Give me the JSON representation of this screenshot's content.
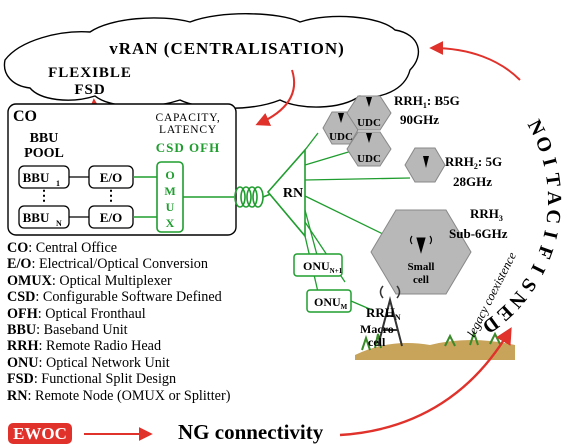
{
  "cloud": {
    "title": "vRAN (CENTRALISATION)",
    "flex1": "FLEXIBLE",
    "flex2": "FSD"
  },
  "co": {
    "title": "CO",
    "bbu_pool1": "BBU",
    "bbu_pool2": "POOL",
    "cap1": "CAPACITY,",
    "cap2": "LATENCY",
    "csd": "CSD OFH",
    "bbu1": "BBU",
    "bbu1_sub": "1",
    "bbun": "BBU",
    "bbun_sub": "N",
    "eo": "E/O",
    "omux": [
      "O",
      "M",
      "U",
      "X"
    ]
  },
  "rn": "RN",
  "onu1": {
    "label": "ONU",
    "sub": "N+1"
  },
  "onum": {
    "label": "ONU",
    "sub": "M"
  },
  "cells": {
    "udc": "UDC",
    "rrh1": "RRH",
    "rrh1_sub": "1",
    "rrh1_rest": ": B5G",
    "rrh1_freq": "90GHz",
    "rrh2": "RRH",
    "rrh2_sub": "2",
    "rrh2_rest": ": 5G",
    "rrh2_freq": "28GHz",
    "rrh3": "RRH",
    "rrh3_sub": "3",
    "rrh3_freq": "Sub-6GHz",
    "small1": "Small",
    "small2": "cell",
    "rrhn": "RRH",
    "rrhn_sub": "N",
    "macro1": "Macro",
    "macro2": "cell"
  },
  "legacy": "legacy coexistence",
  "densification": "DENSIFICATION",
  "legend": [
    {
      "key": "CO",
      "desc": ": Central Office"
    },
    {
      "key": "E/O",
      "desc": ": Electrical/Optical Conversion"
    },
    {
      "key": "OMUX",
      "desc": ": Optical Multiplexer"
    },
    {
      "key": "CSD",
      "desc": ": Configurable Software Defined"
    },
    {
      "key": "OFH",
      "desc": ": Optical Fronthaul"
    },
    {
      "key": "BBU",
      "desc": ": Baseband Unit"
    },
    {
      "key": "RRH",
      "desc": ": Remote Radio Head"
    },
    {
      "key": "ONU",
      "desc": ": Optical Network Unit"
    },
    {
      "key": "FSD",
      "desc": ": Functional Split Design"
    },
    {
      "key": "RN",
      "desc": ": Remote Node (OMUX or Splitter)"
    }
  ],
  "ewoc": "EWOC",
  "ng": "NG connectivity",
  "colors": {
    "green": "#1f9d2e",
    "red": "#e0312b",
    "hex": "#b8b8b8"
  }
}
